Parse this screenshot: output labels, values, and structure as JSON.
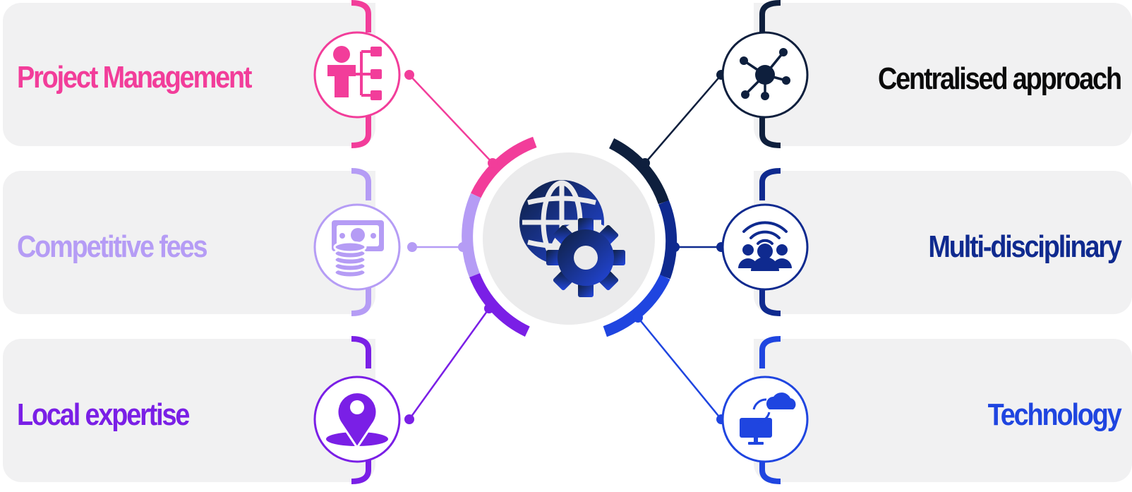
{
  "center": {
    "icon": "globe-gear-icon"
  },
  "items": [
    {
      "key": "project-management",
      "label": "Project Management",
      "icon": "org-chart-person-icon",
      "color": "#f23d9a",
      "side": "left",
      "row": 0
    },
    {
      "key": "competitive-fees",
      "label": "Competitive fees",
      "icon": "money-coins-icon",
      "color": "#b59cf5",
      "side": "left",
      "row": 1
    },
    {
      "key": "local-expertise",
      "label": "Local expertise",
      "icon": "map-pin-icon",
      "color": "#7a1fe6",
      "side": "left",
      "row": 2
    },
    {
      "key": "centralised-approach",
      "label": "Centralised approach",
      "icon": "network-hub-icon",
      "color": "#0e1f3d",
      "side": "right",
      "row": 0
    },
    {
      "key": "multi-disciplinary",
      "label": "Multi-disciplinary",
      "icon": "team-signal-icon",
      "color": "#0f2a8f",
      "side": "right",
      "row": 1
    },
    {
      "key": "technology",
      "label": "Technology",
      "icon": "cloud-computer-icon",
      "color": "#1f45e0",
      "side": "right",
      "row": 2
    }
  ]
}
